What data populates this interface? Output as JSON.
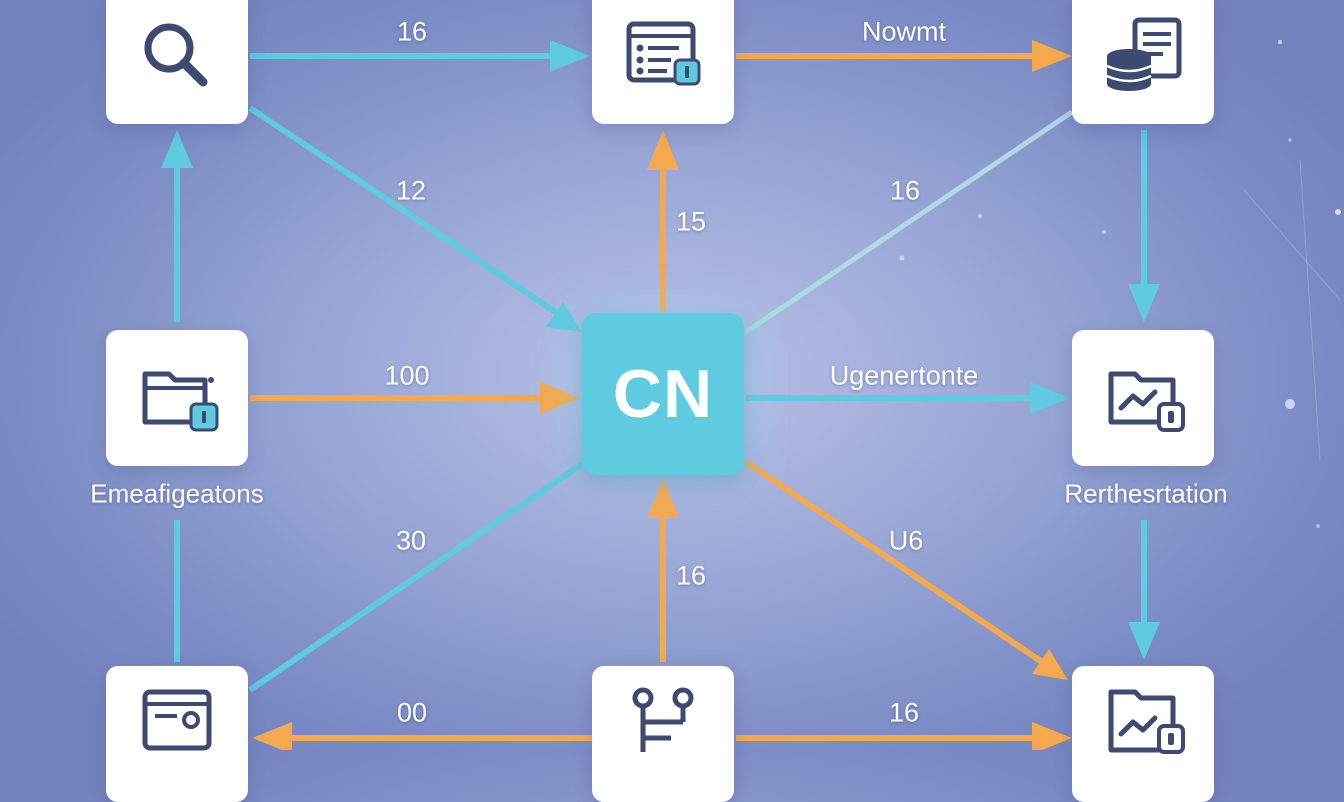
{
  "diagram": {
    "center": {
      "label": "CN"
    },
    "nodes": {
      "top_left": {
        "icon": "search-icon"
      },
      "top_center": {
        "icon": "document-list-lock-icon"
      },
      "top_right": {
        "icon": "database-document-icon"
      },
      "mid_left": {
        "icon": "folder-lock-icon",
        "caption": "Emeafigeatons"
      },
      "mid_right": {
        "icon": "folder-chart-lock-icon",
        "caption": "Rerthesrtation"
      },
      "bottom_left": {
        "icon": "browser-window-icon"
      },
      "bottom_center": {
        "icon": "workflow-branch-icon"
      },
      "bottom_right": {
        "icon": "folder-chart-lock-icon"
      }
    },
    "edge_labels": {
      "top_left_to_top_center": "16",
      "top_center_to_top_right": "Nowmt",
      "top_left_to_center": "12",
      "center_to_top_center": "15",
      "top_right_to_center": "16",
      "mid_left_to_center": "100",
      "center_to_mid_right": "Ugenertonte",
      "bottom_left_to_center": "30",
      "center_to_bottom_right": "U6",
      "bottom_center_to_center": "16",
      "bottom_center_to_bottom_left": "00",
      "bottom_center_to_bottom_right": "16"
    },
    "colors": {
      "cyan": "#5ecbe0",
      "orange": "#f4a94e",
      "icon_dark": "#3d4a72",
      "icon_accent": "#5ecbe0"
    }
  }
}
